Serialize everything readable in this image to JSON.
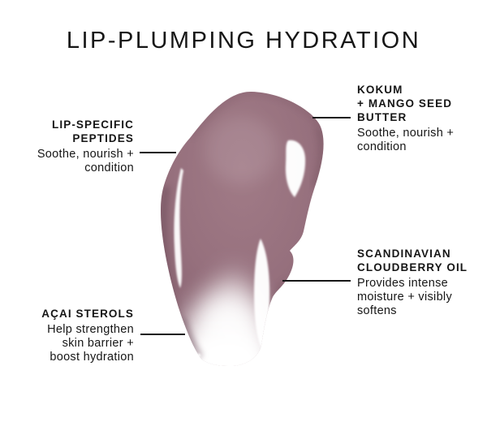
{
  "title": "LIP-PLUMPING HYDRATION",
  "colors": {
    "background": "#ffffff",
    "text": "#161616",
    "leader_line": "#161616",
    "gloss_main": "#97707d",
    "gloss_edge_dark": "#6b4b58",
    "gloss_highlight": "#ffffff"
  },
  "callouts": [
    {
      "title_lines": [
        "LIP-SPECIFIC",
        "PEPTIDES"
      ],
      "desc_lines": [
        "Soothe, nourish +",
        "condition"
      ]
    },
    {
      "title_lines": [
        "KOKUM",
        "+ MANGO SEED",
        "BUTTER"
      ],
      "desc_lines": [
        "Soothe, nourish +",
        "condition"
      ]
    },
    {
      "title_lines": [
        "SCANDINAVIAN",
        "CLOUDBERRY OIL"
      ],
      "desc_lines": [
        "Provides intense",
        "moisture + visibly",
        "softens"
      ]
    },
    {
      "title_lines": [
        "AÇAI STEROLS"
      ],
      "desc_lines": [
        "Help strengthen",
        "skin barrier +",
        "boost hydration"
      ]
    }
  ]
}
